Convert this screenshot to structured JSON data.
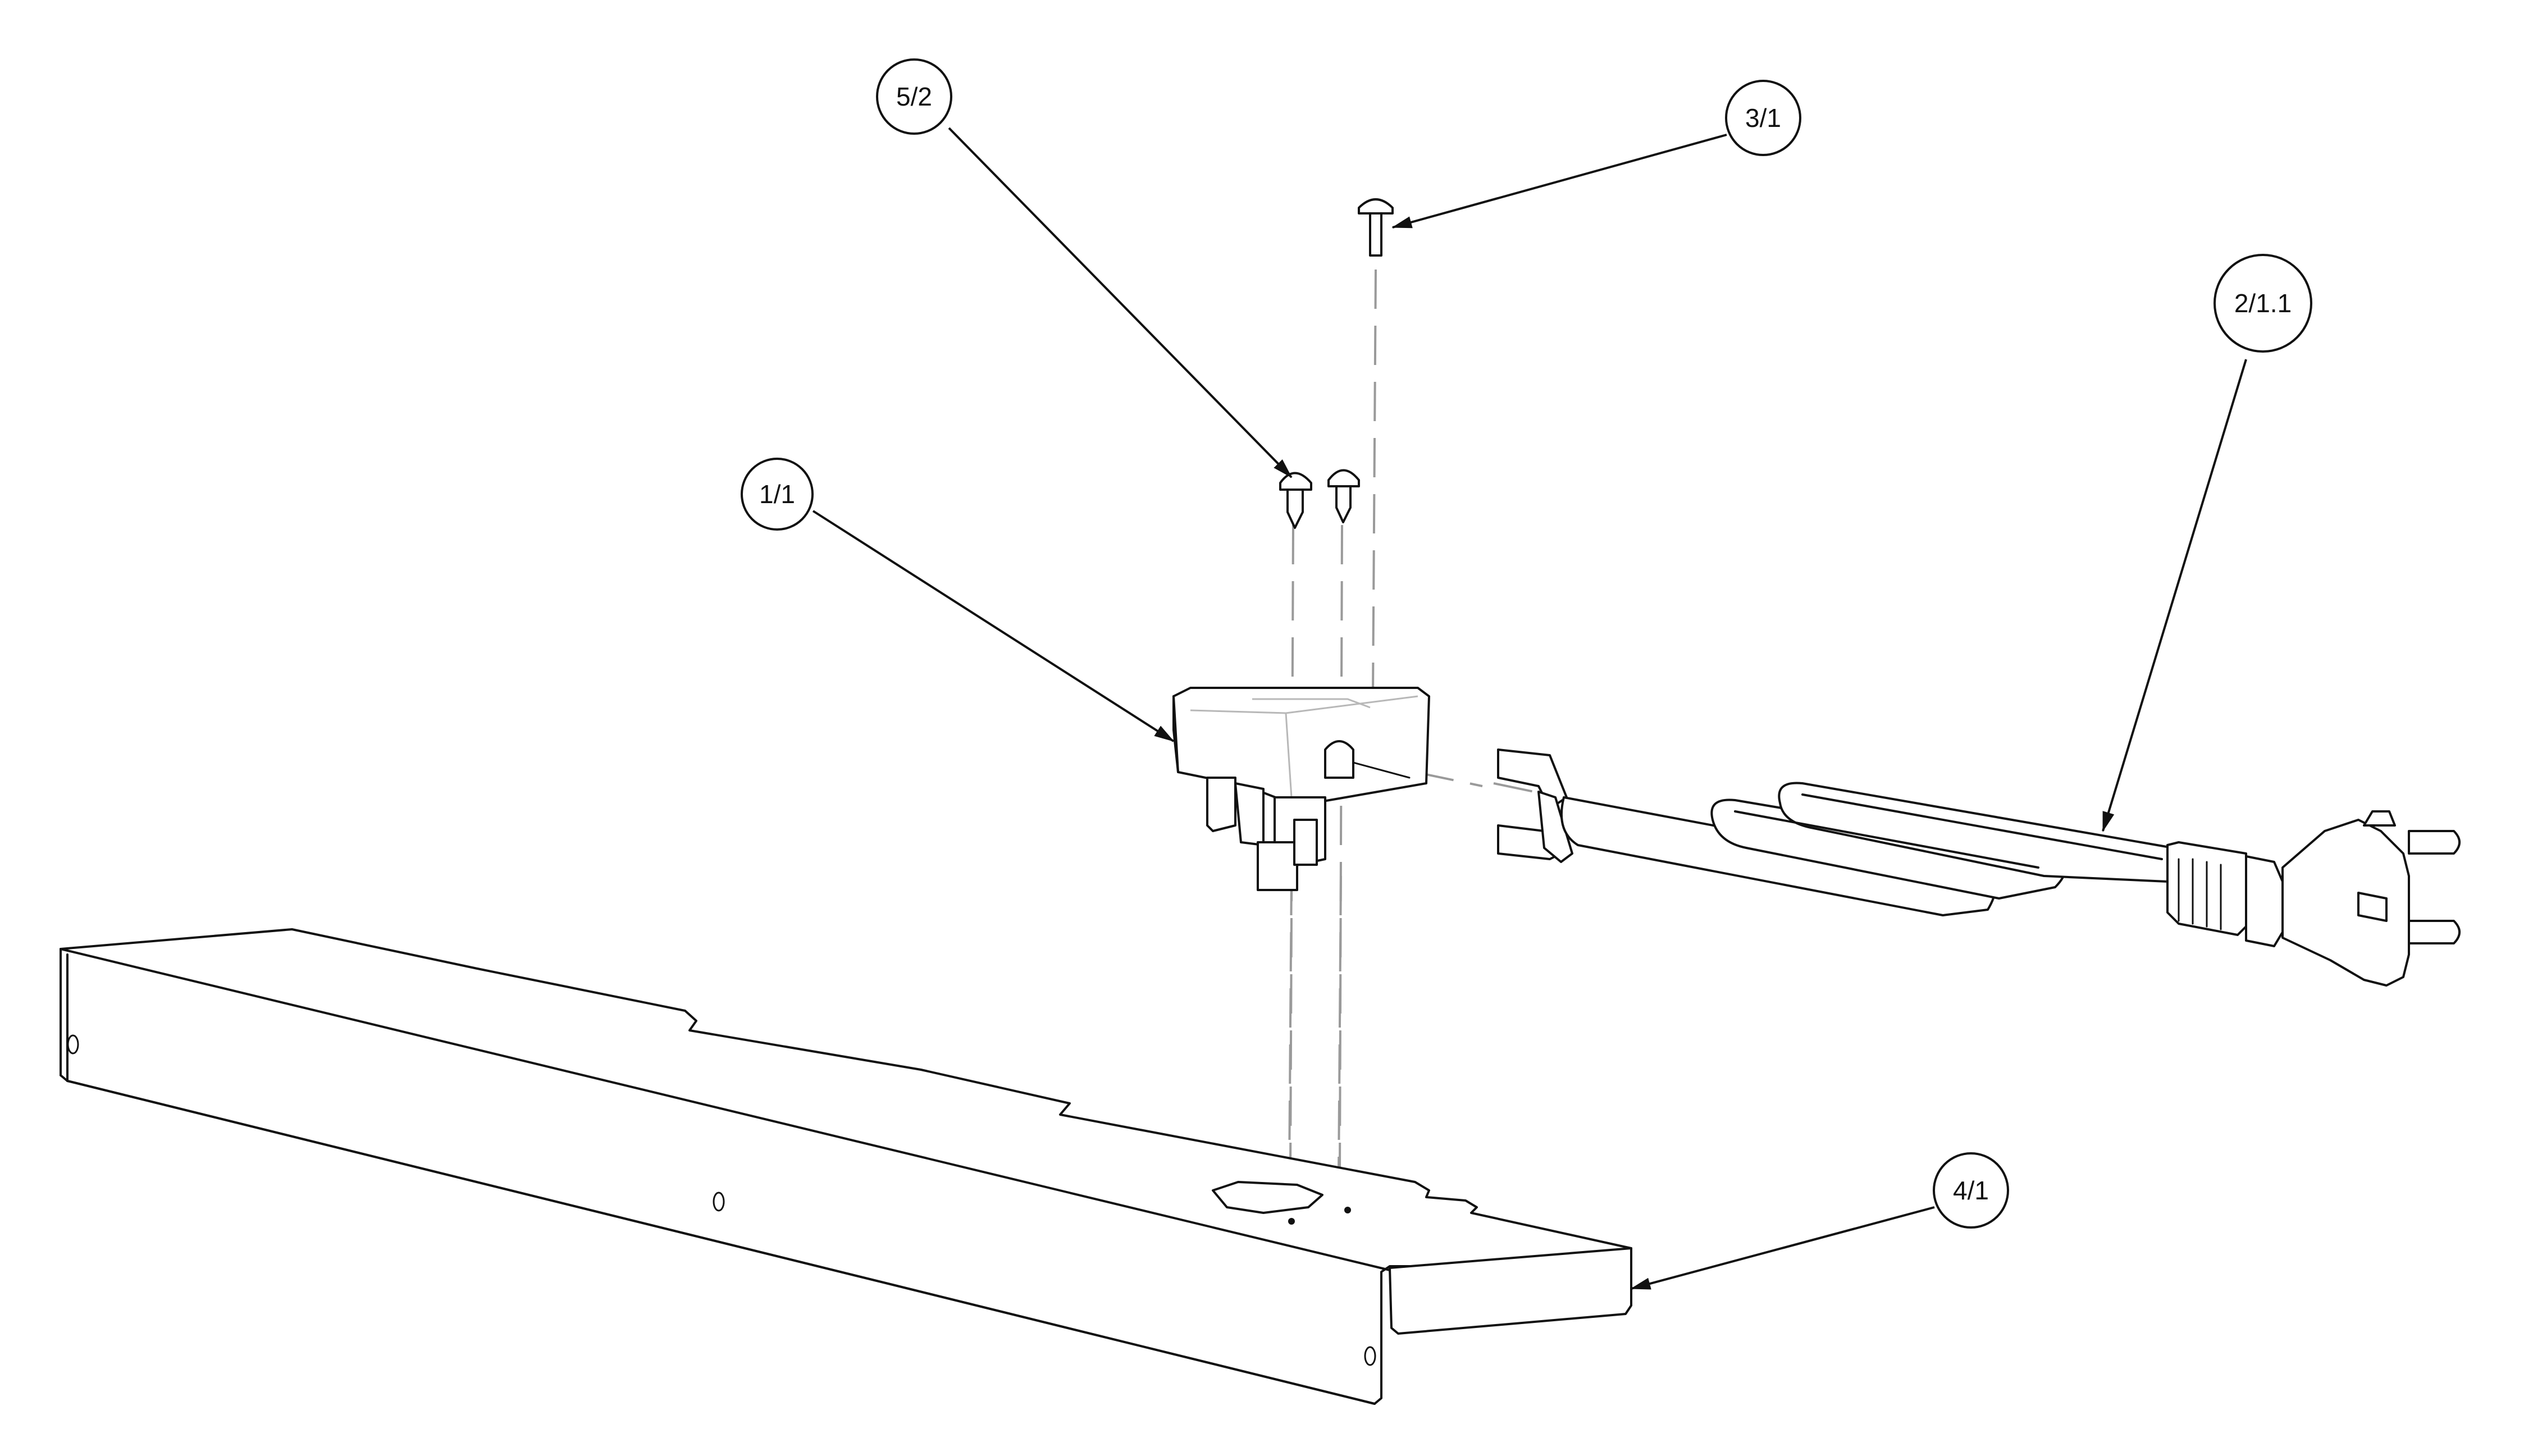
{
  "callouts": {
    "c1": "1/1",
    "c2": "2/1.1",
    "c3": "3/1",
    "c4": "4/1",
    "c5": "5/2"
  },
  "colors": {
    "line": "#111111",
    "hidden_line": "#9a9a9a",
    "background": "#ffffff"
  }
}
